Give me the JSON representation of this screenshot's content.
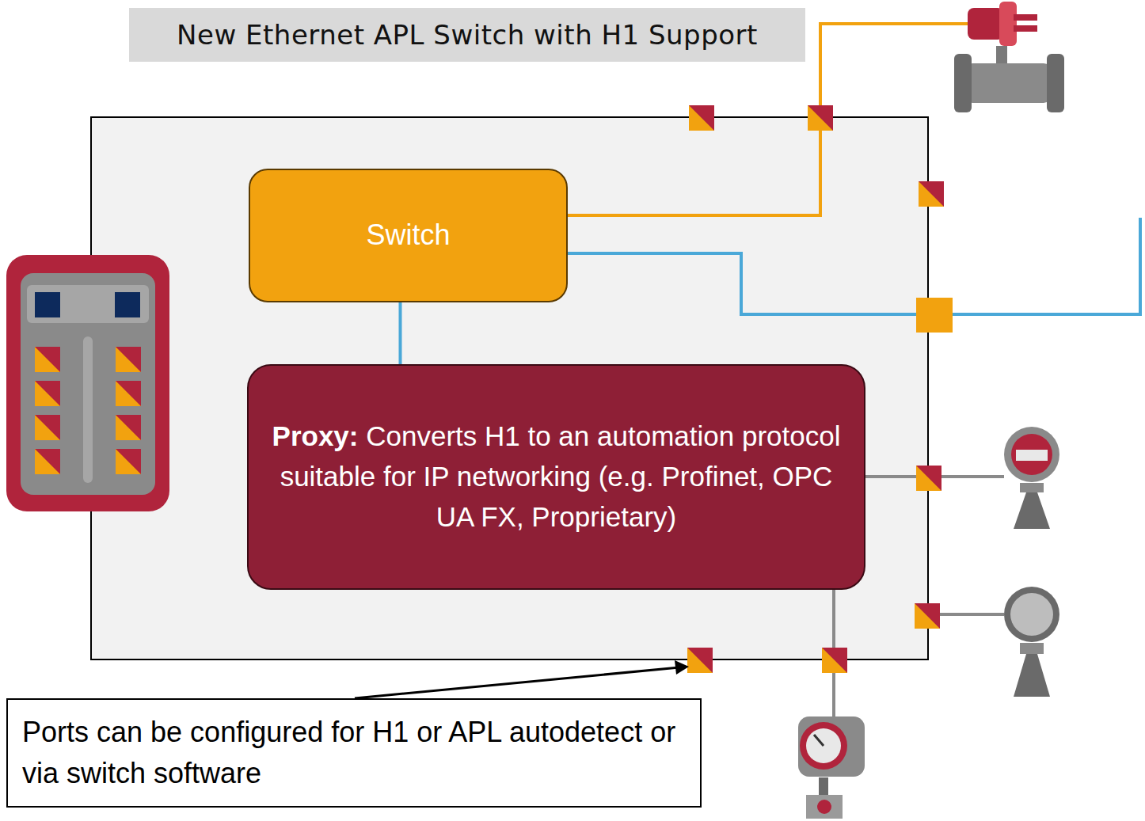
{
  "diagram": {
    "title": "New Ethernet APL Switch with H1 Support",
    "nodes": [
      {
        "text": [
          "Switch"
        ]
      },
      {
        "text": [
          "Proxy:",
          "Converts H1 to an automation protocol suitable for IP networking (e.g. Profinet, OPC UA FX, Proprietary)"
        ]
      },
      {
        "text": [
          "Ports can be configured for H1 or APL autodetect or via switch software"
        ]
      }
    ],
    "edges": [
      {
        "from": 0,
        "to": 1,
        "arrow": "none"
      }
    ]
  }
}
